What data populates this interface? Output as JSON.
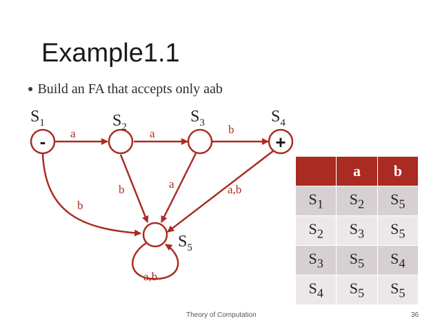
{
  "slide": {
    "title": "Example1.1",
    "bullet": "Build an FA that accepts only aab",
    "footer": "Theory of Computation",
    "page_number": "36",
    "colors": {
      "accent": "#a92b22",
      "table_row_a": "#d7d0d3",
      "table_row_b": "#ece8ea"
    }
  },
  "diagram": {
    "states": [
      {
        "id": "S1",
        "name": "S",
        "sub": "1",
        "marker": "-"
      },
      {
        "id": "S2",
        "name": "S",
        "sub": "2",
        "marker": ""
      },
      {
        "id": "S3",
        "name": "S",
        "sub": "3",
        "marker": ""
      },
      {
        "id": "S4",
        "name": "S",
        "sub": "4",
        "marker": "+"
      },
      {
        "id": "S5",
        "name": "S",
        "sub": "5",
        "marker": ""
      }
    ],
    "transitions": [
      {
        "from": "S1",
        "to": "S2",
        "label": "a"
      },
      {
        "from": "S2",
        "to": "S3",
        "label": "a"
      },
      {
        "from": "S3",
        "to": "S4",
        "label": "b"
      },
      {
        "from": "S1",
        "to": "S5",
        "label": "b"
      },
      {
        "from": "S2",
        "to": "S5",
        "label": "b"
      },
      {
        "from": "S3",
        "to": "S5",
        "label": "a"
      },
      {
        "from": "S4",
        "to": "S5",
        "label": "a,b"
      },
      {
        "from": "S5",
        "to": "S5",
        "label": "a,b"
      }
    ]
  },
  "table": {
    "headers": [
      "",
      "a",
      "b"
    ],
    "rows": [
      [
        {
          "name": "S",
          "sub": "1"
        },
        {
          "name": "S",
          "sub": "2"
        },
        {
          "name": "S",
          "sub": "5"
        }
      ],
      [
        {
          "name": "S",
          "sub": "2"
        },
        {
          "name": "S",
          "sub": "3"
        },
        {
          "name": "S",
          "sub": "5"
        }
      ],
      [
        {
          "name": "S",
          "sub": "3"
        },
        {
          "name": "S",
          "sub": "5"
        },
        {
          "name": "S",
          "sub": "4"
        }
      ],
      [
        {
          "name": "S",
          "sub": "4"
        },
        {
          "name": "S",
          "sub": "5"
        },
        {
          "name": "S",
          "sub": "5"
        }
      ]
    ]
  }
}
